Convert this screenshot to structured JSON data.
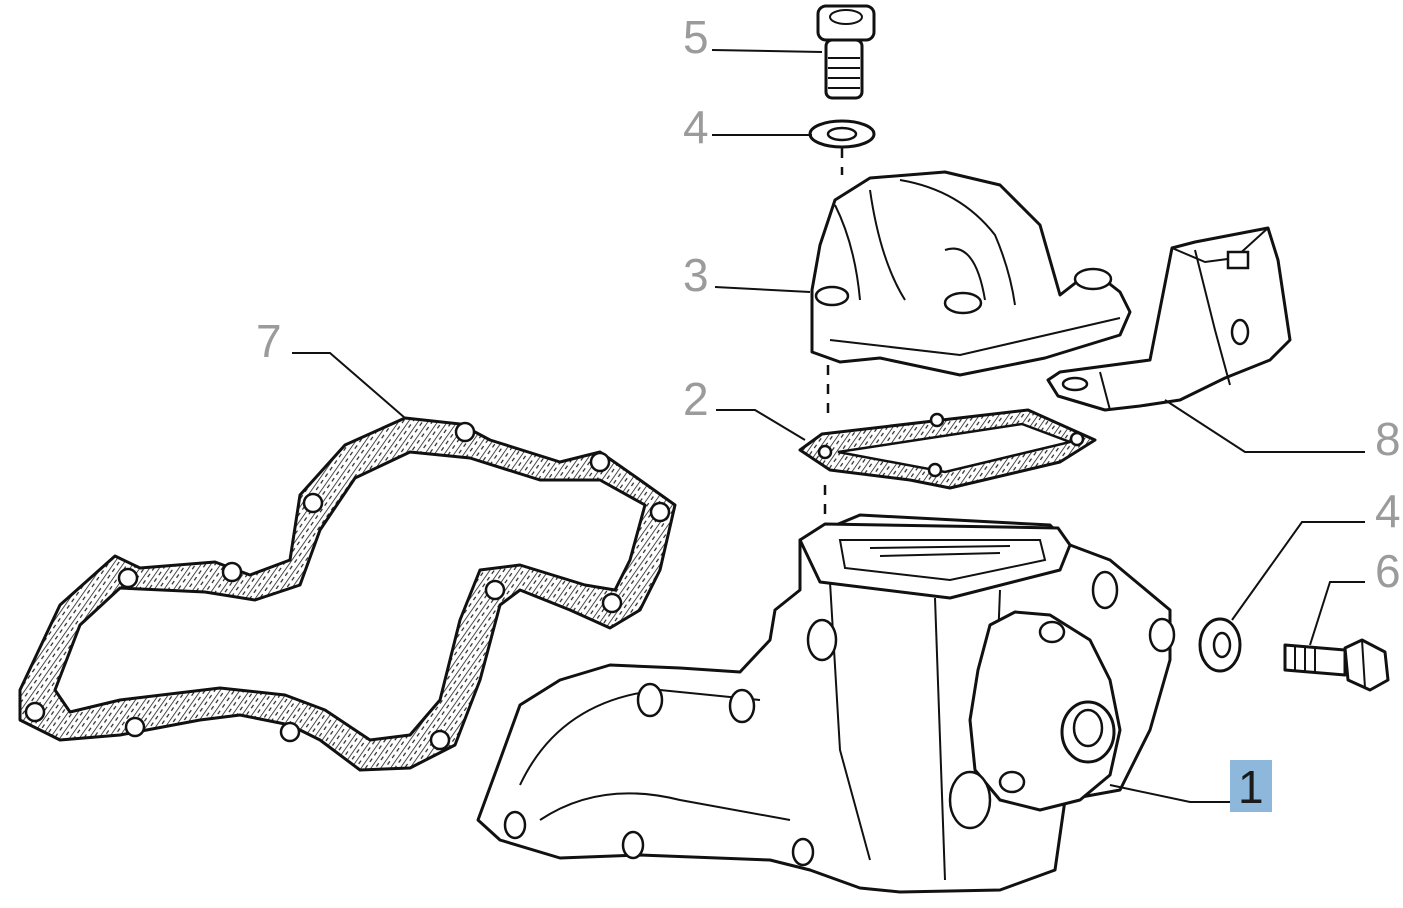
{
  "callouts": {
    "c5": "5",
    "c4_top": "4",
    "c3": "3",
    "c7": "7",
    "c2": "2",
    "c8": "8",
    "c4_right": "4",
    "c6": "6",
    "c1": "1"
  },
  "highlight_color": "#8db8dc",
  "label_color": "#9b9b9b"
}
